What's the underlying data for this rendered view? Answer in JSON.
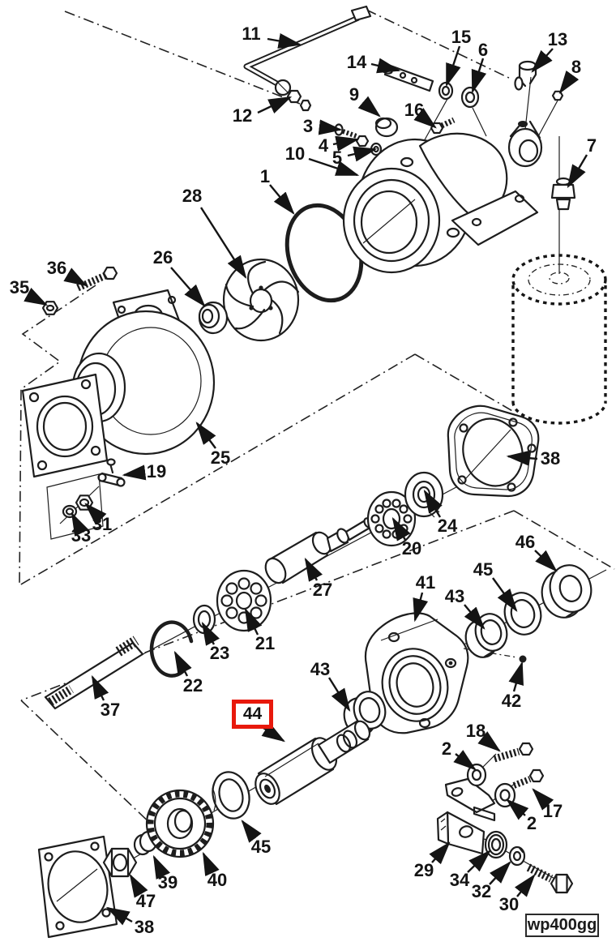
{
  "figure": {
    "type": "exploded-parts-diagram",
    "subject": "water pump assembly line drawing",
    "plate_code": "wp400gg",
    "highlighted_item": "44",
    "highlight_color": "#e8190c",
    "line_color": "#1d1d1d",
    "background_color": "#ffffff"
  },
  "callouts": {
    "c1": "1",
    "c2a": "2",
    "c2b": "2",
    "c3": "3",
    "c4": "4",
    "c5": "5",
    "c6": "6",
    "c7": "7",
    "c8": "8",
    "c9": "9",
    "c10": "10",
    "c11": "11",
    "c12": "12",
    "c13": "13",
    "c14": "14",
    "c15": "15",
    "c16": "16",
    "c17": "17",
    "c18": "18",
    "c19": "19",
    "c20": "20",
    "c21": "21",
    "c22": "22",
    "c23": "23",
    "c24": "24",
    "c25": "25",
    "c26": "26",
    "c27": "27",
    "c28": "28",
    "c29": "29",
    "c30": "30",
    "c31": "31",
    "c32": "32",
    "c33": "33",
    "c34": "34",
    "c35": "35",
    "c36": "36",
    "c37": "37",
    "c38a": "38",
    "c38b": "38",
    "c39": "39",
    "c40": "40",
    "c41": "41",
    "c42": "42",
    "c43a": "43",
    "c43b": "43",
    "c44": "44",
    "c45a": "45",
    "c45b": "45",
    "c46": "46",
    "c47": "47"
  }
}
